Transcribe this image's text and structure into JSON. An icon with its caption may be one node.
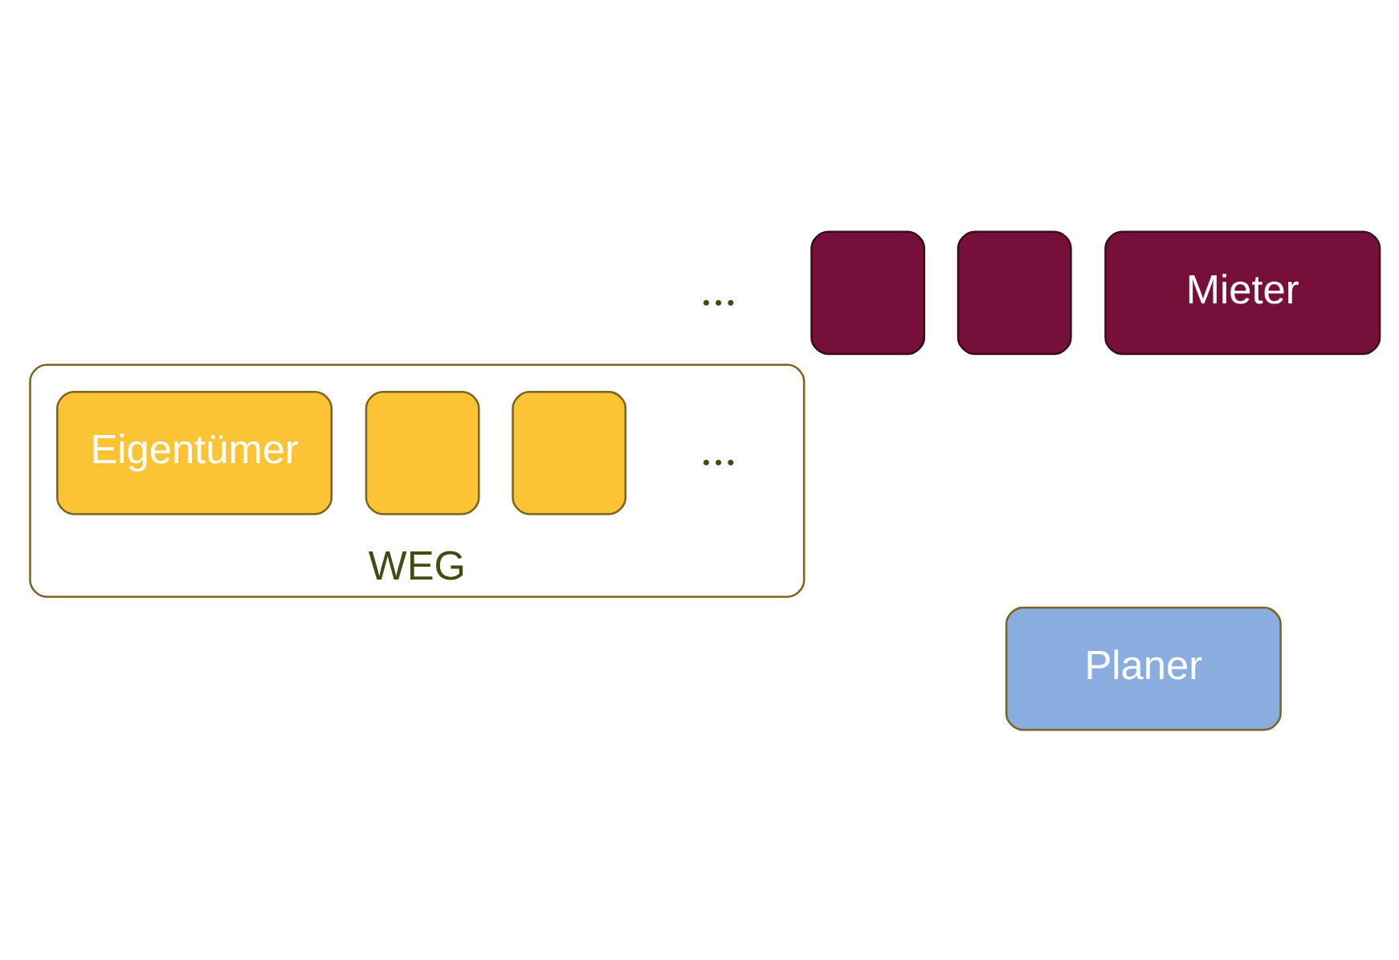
{
  "diagram": {
    "nodes": [
      {
        "text": [],
        "shape": "box"
      },
      {
        "text": [],
        "shape": "box"
      },
      {
        "text": [
          "Mieter"
        ]
      },
      {
        "text": [
          "WEG"
        ]
      },
      {
        "text": [],
        "shape": "box",
        "in": 3
      },
      {
        "text": [],
        "shape": "box",
        "in": 3
      },
      {
        "text": [
          "Eigentümer"
        ],
        "in": 3
      },
      {
        "text": [
          "Planer"
        ]
      }
    ],
    "edges": [],
    "labels": [
      "...",
      "..."
    ]
  }
}
